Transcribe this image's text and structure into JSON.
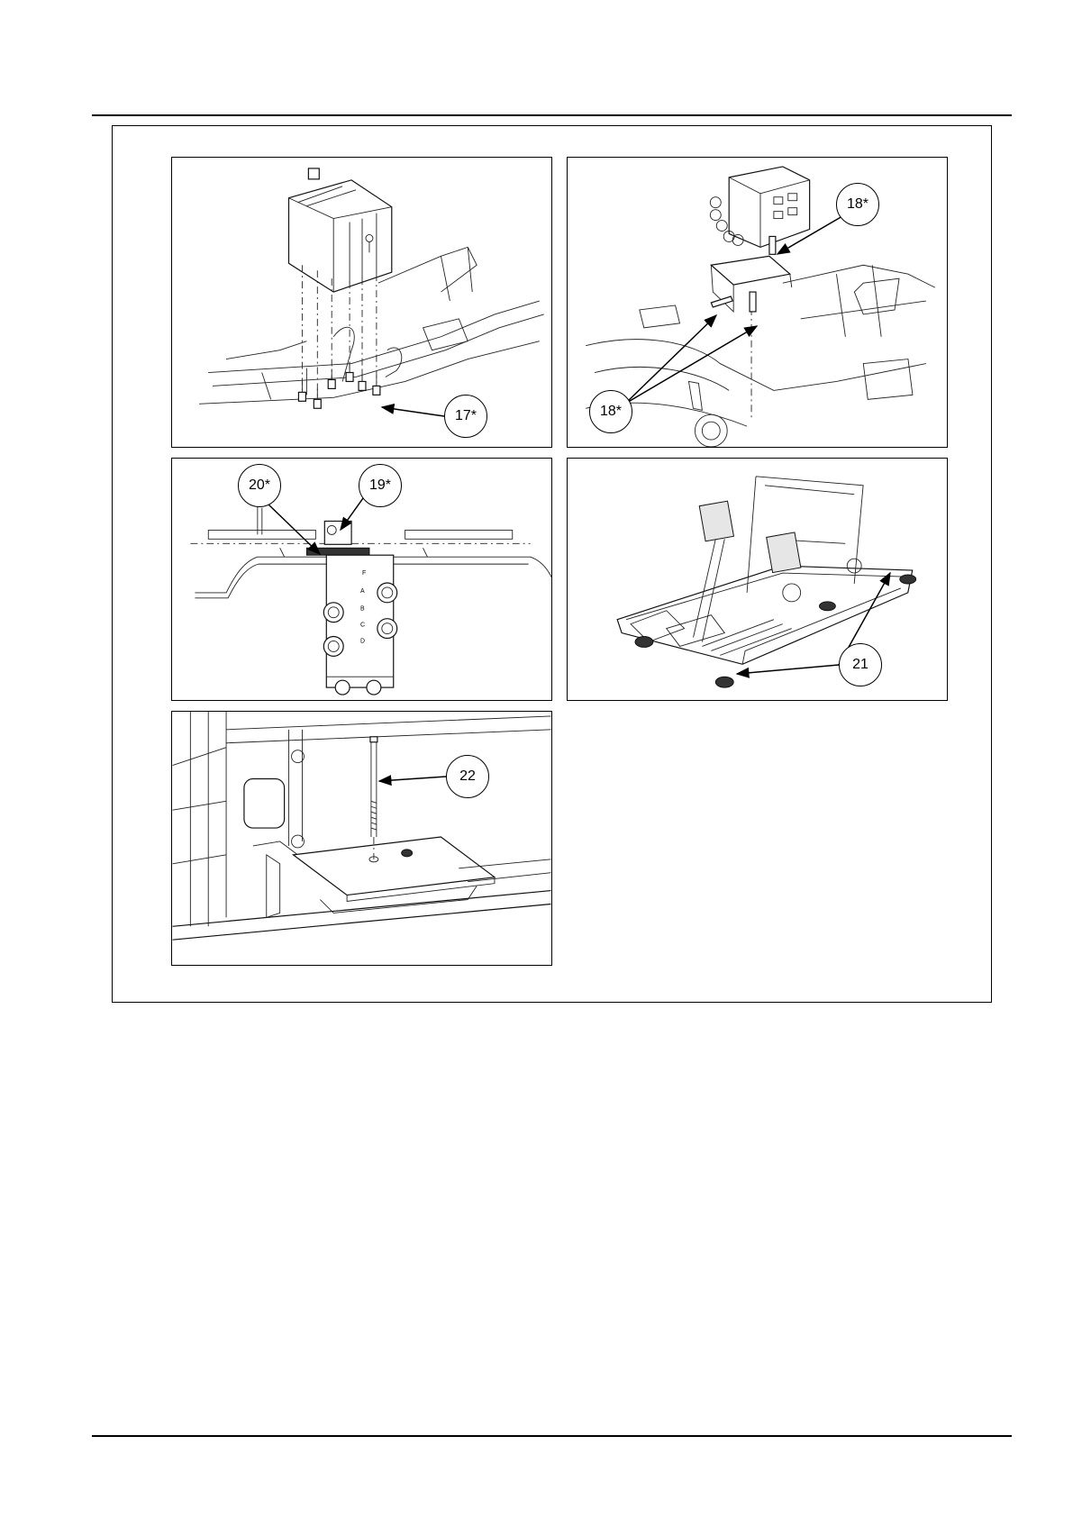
{
  "figure": {
    "callouts": {
      "c17": "17*",
      "c18a": "18*",
      "c18b": "18*",
      "c20": "20*",
      "c19": "19*",
      "c21": "21",
      "c22": "22"
    },
    "valve_port_letters": [
      "F",
      "A",
      "B",
      "C",
      "D"
    ]
  }
}
